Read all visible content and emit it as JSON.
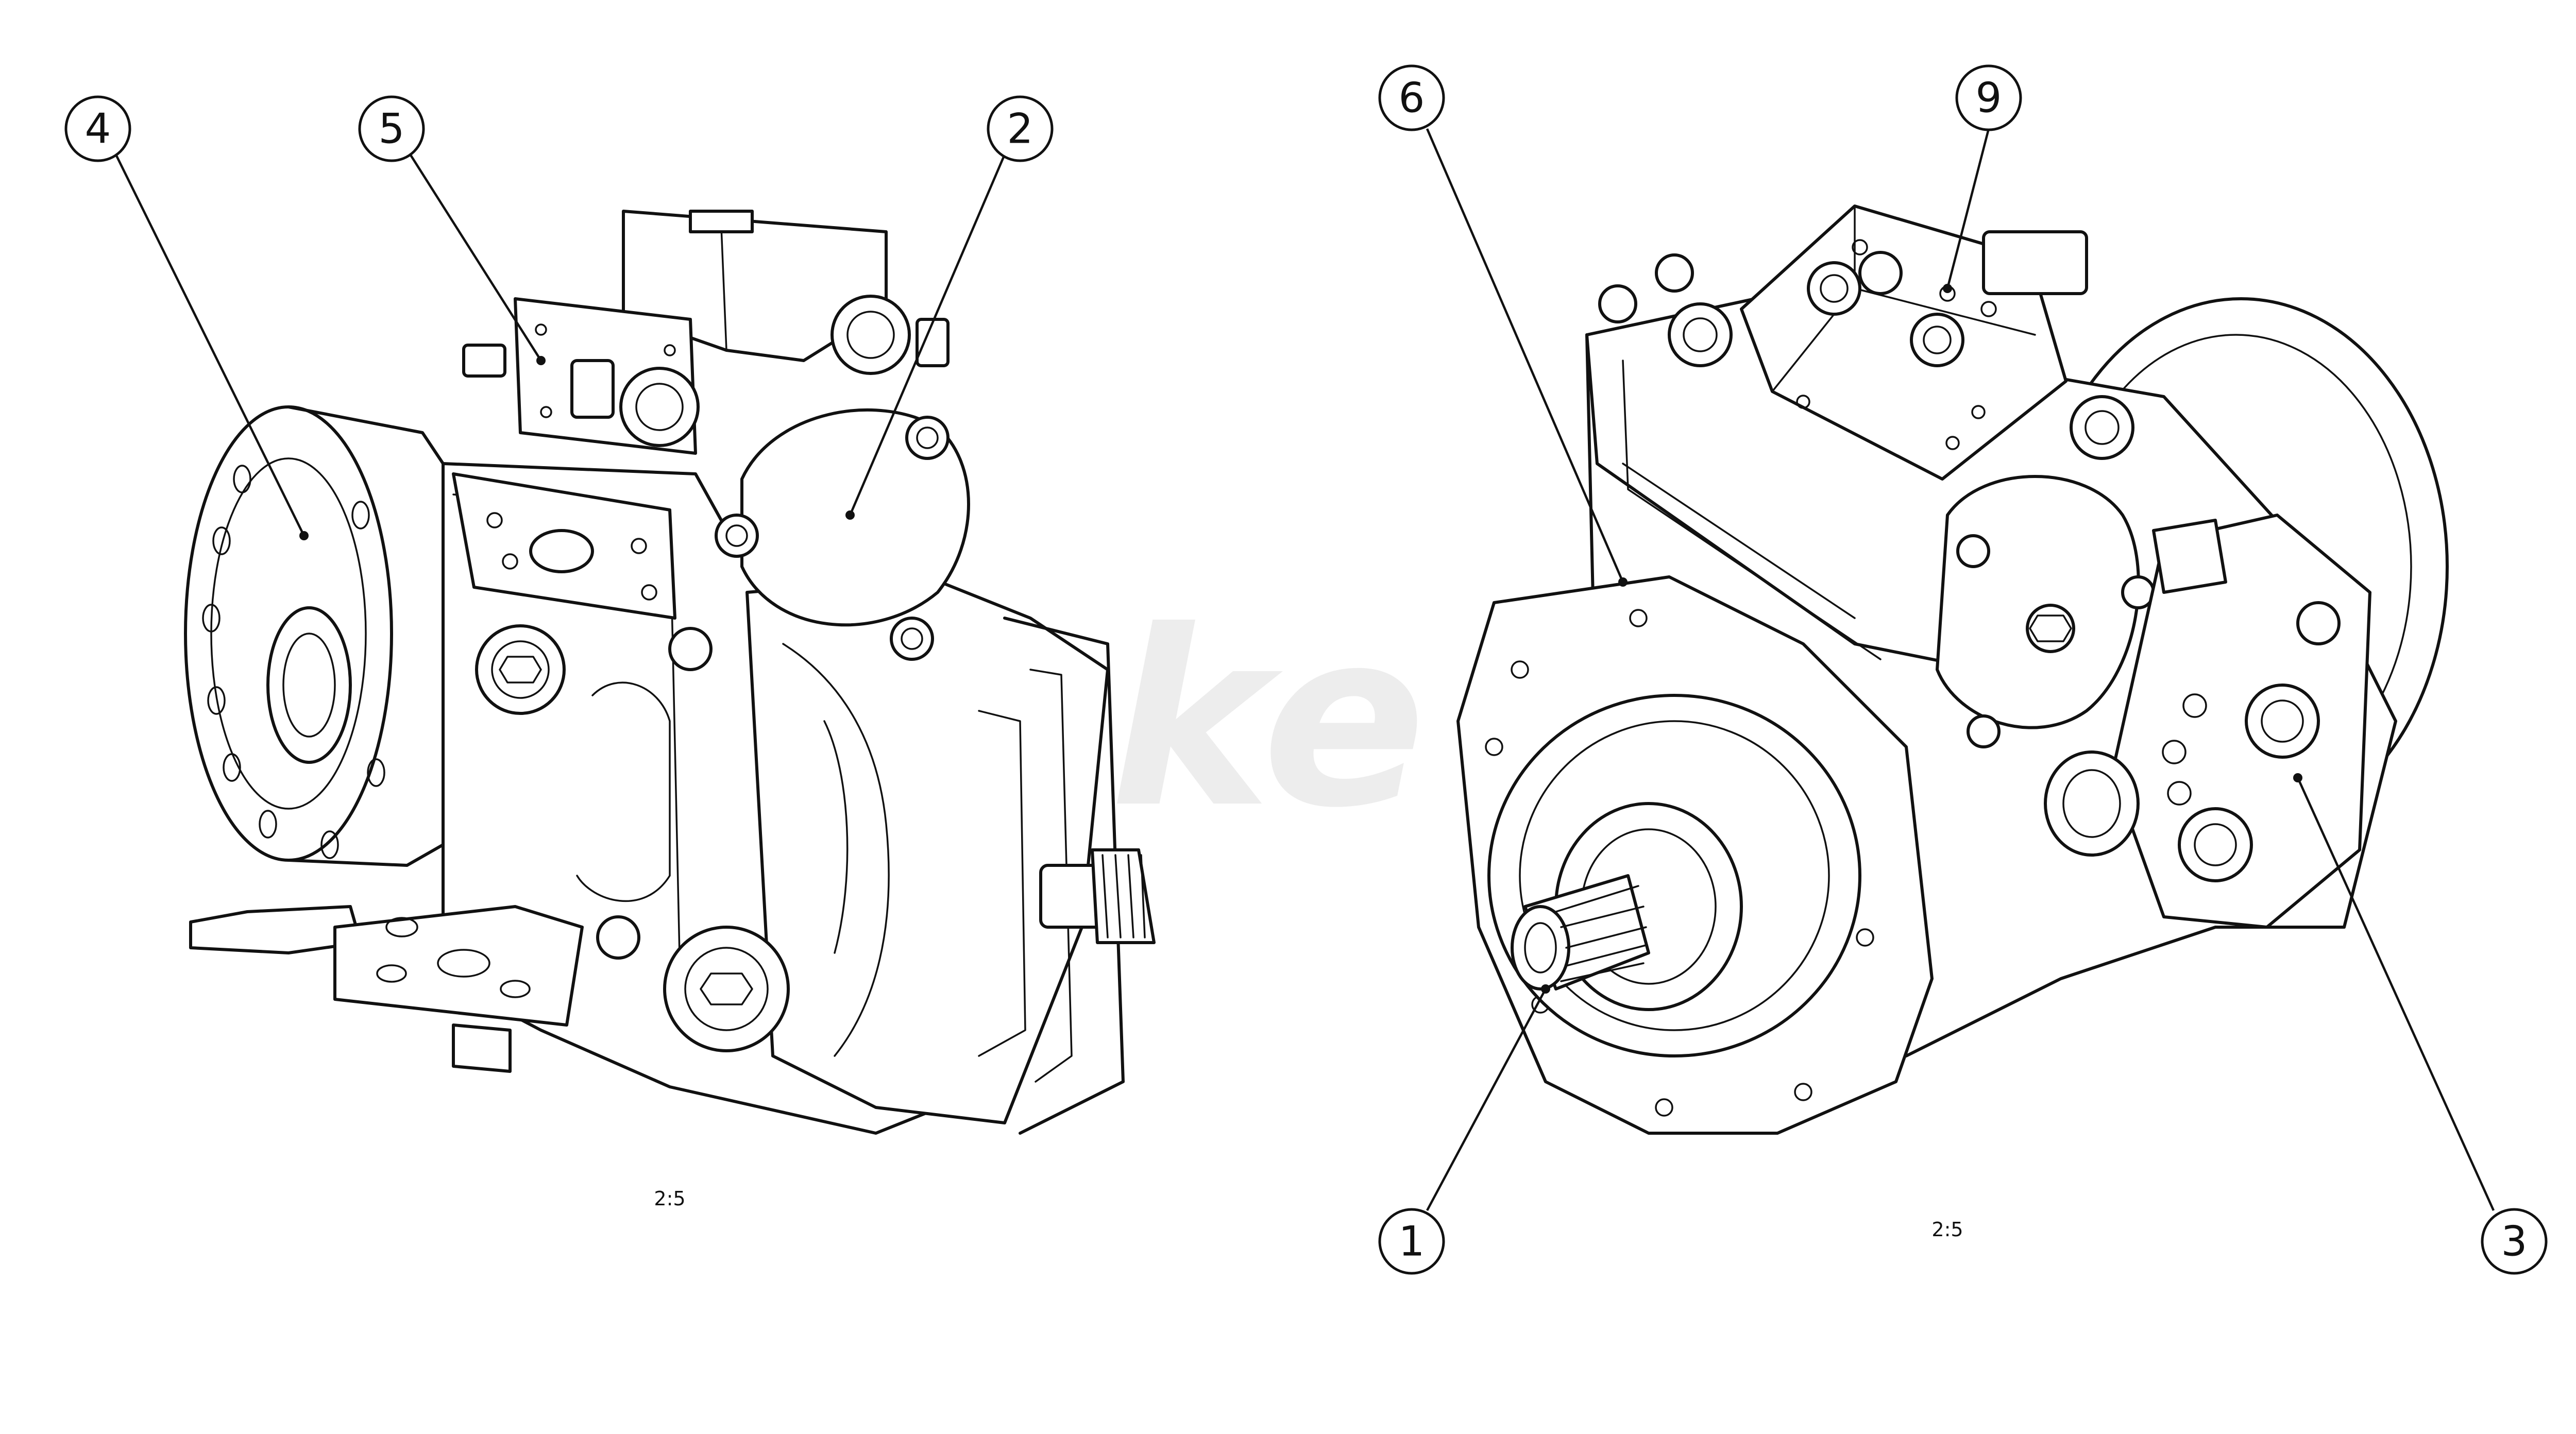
{
  "drawing": {
    "left_view": {
      "scale_label": "2:5",
      "callouts": [
        "4",
        "5",
        "2"
      ]
    },
    "right_view": {
      "scale_label": "2:5",
      "callouts": [
        "6",
        "9",
        "1",
        "3"
      ]
    },
    "watermark": "bake"
  },
  "colors": {
    "line": "#111111",
    "background": "#ffffff",
    "watermark": "#ececec"
  }
}
